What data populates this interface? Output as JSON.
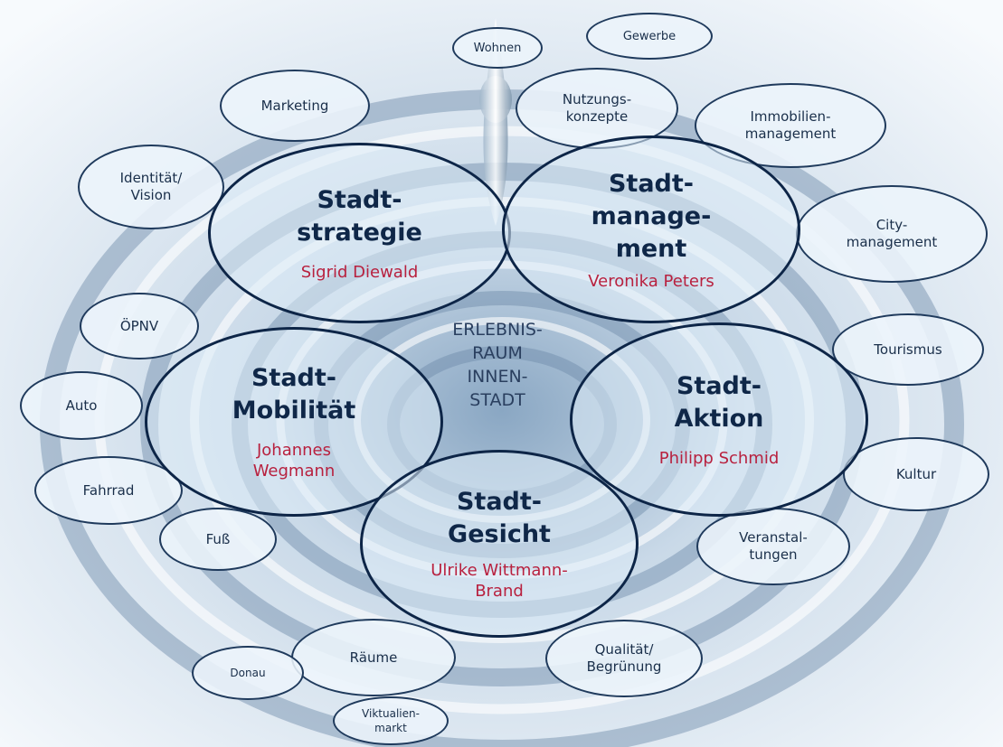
{
  "center": {
    "lines": "ERLEBNIS-\nRAUM\nINNEN-\nSTADT"
  },
  "main_topics": {
    "strategie": {
      "title": "Stadt-\nstrategie",
      "person": "Sigrid Diewald"
    },
    "management": {
      "title": "Stadt-\nmanage-\nment",
      "person": "Veronika Peters"
    },
    "mobilitaet": {
      "title": "Stadt-\nMobilität",
      "person": "Johannes\nWegmann"
    },
    "aktion": {
      "title": "Stadt-\nAktion",
      "person": "Philipp Schmid"
    },
    "gesicht": {
      "title": "Stadt-\nGesicht",
      "person": "Ulrike Wittmann-\nBrand"
    }
  },
  "sub_topics": {
    "wohnen": "Wohnen",
    "gewerbe": "Gewerbe",
    "nutzungskonzepte": "Nutzungs-\nkonzepte",
    "marketing": "Marketing",
    "immobilienmanagement": "Immobilien-\nmanagement",
    "identitaet": "Identität/\nVision",
    "citymanagement": "City-\nmanagement",
    "oepnv": "ÖPNV",
    "tourismus": "Tourismus",
    "auto": "Auto",
    "fahrrad": "Fahrrad",
    "kultur": "Kultur",
    "fuss": "Fuß",
    "veranstaltungen": "Veranstal-\ntungen",
    "raeume": "Räume",
    "qualitaet": "Qualität/\nBegrünung",
    "donau": "Donau",
    "viktualienmarkt": "Viktualien-\nmarkt"
  },
  "colors": {
    "outline": "#0d2547",
    "title_text": "#0f2748",
    "person_text": "#b8213f",
    "ring_tint": "#7d9dbd"
  }
}
